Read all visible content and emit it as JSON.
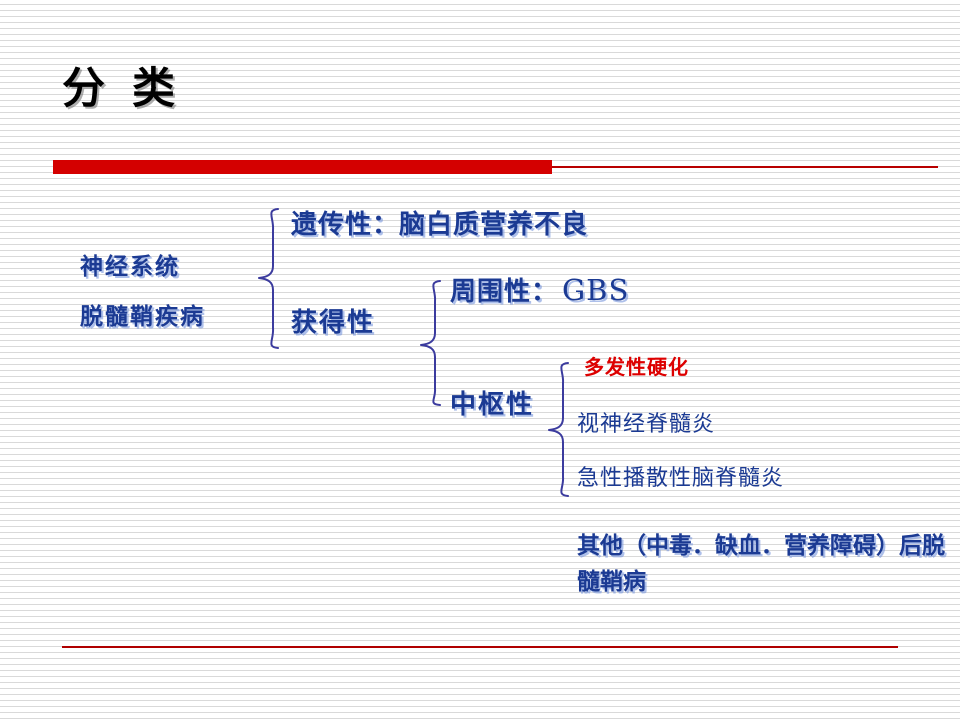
{
  "slide": {
    "title": "分  类",
    "background_color": "#ffffff",
    "stripe_color": "#d9d9d9",
    "accent_red": "#d40000",
    "accent_blue": "#1b3a93",
    "highlight_red": "#dd0000"
  },
  "rules": {
    "top_thick_label": "title-accent-bar",
    "top_thin_label": "title-underline",
    "bottom_label": "footer-rule"
  },
  "diagram": {
    "root": {
      "line1": "神经系统",
      "line2": "脱髓鞘疾病"
    },
    "level1": [
      {
        "id": "hereditary",
        "label": "遗传性：脑白质营养不良"
      },
      {
        "id": "acquired",
        "label": "获得性"
      }
    ],
    "level2": [
      {
        "id": "peripheral",
        "label": "周围性：",
        "value": "GBS"
      },
      {
        "id": "central",
        "label": "中枢性"
      }
    ],
    "level3": [
      {
        "id": "ms",
        "label": "多发性硬化",
        "color": "#dd0000"
      },
      {
        "id": "nmo",
        "label": "视神经脊髓炎",
        "color": "#1b3a93"
      },
      {
        "id": "adem",
        "label": "急性播散性脑脊髓炎",
        "color": "#1b3a93"
      }
    ],
    "footnote": "其他（中毒．缺血．营养障碍）后脱髓鞘病",
    "brace_color": "#3b3b9e"
  }
}
